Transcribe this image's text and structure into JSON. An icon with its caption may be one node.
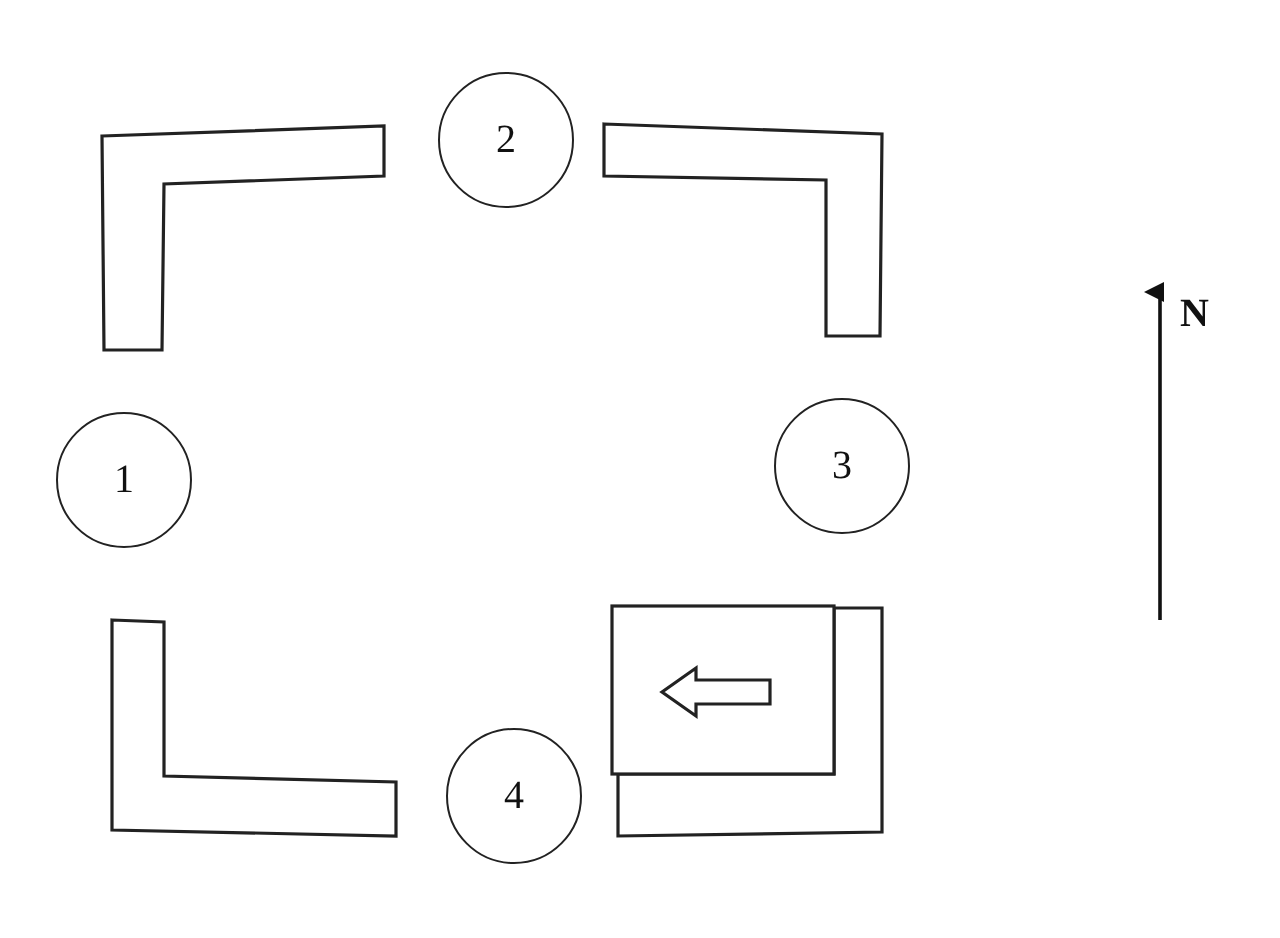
{
  "diagram": {
    "nodes": [
      {
        "text": [
          "2"
        ]
      },
      {
        "text": [
          "1"
        ]
      },
      {
        "text": [
          "3"
        ]
      },
      {
        "text": [
          "4"
        ]
      }
    ],
    "labels": [
      "N"
    ]
  }
}
